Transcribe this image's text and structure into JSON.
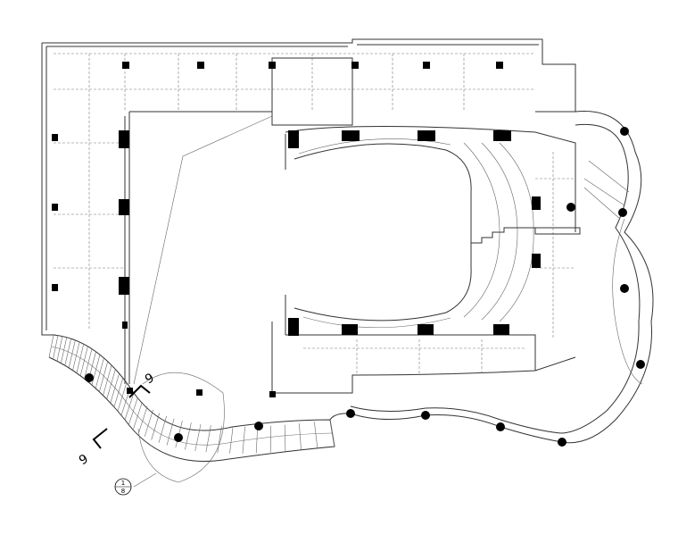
{
  "drawing": {
    "type": "architectural floor plan",
    "section_marks": [
      {
        "label": "9"
      },
      {
        "label": "9"
      }
    ],
    "detail_callout": {
      "number": "1",
      "sheet": "8"
    }
  }
}
